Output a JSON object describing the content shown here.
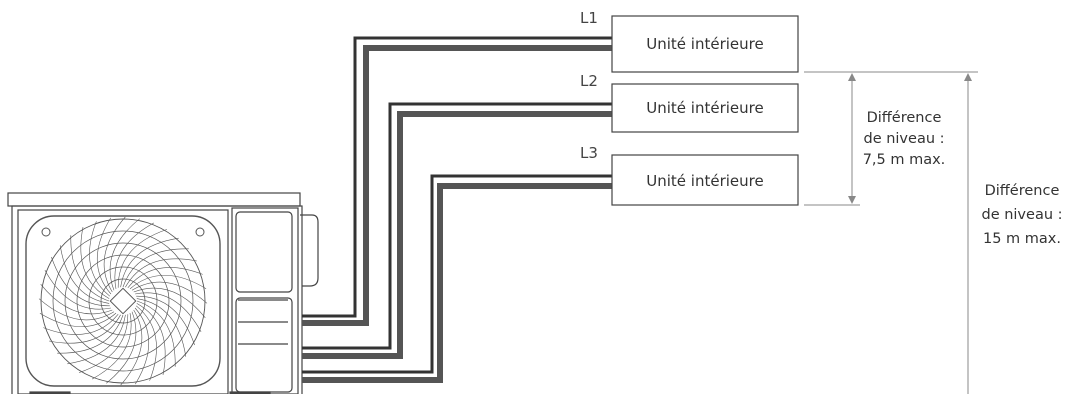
{
  "indoor_units": [
    {
      "line_label": "L1",
      "name": "Unité intérieure"
    },
    {
      "line_label": "L2",
      "name": "Unité intérieure"
    },
    {
      "line_label": "L3",
      "name": "Unité intérieure"
    }
  ],
  "level_difference_small": [
    "Différence",
    "de niveau :",
    "7,5 m max."
  ],
  "level_difference_large": [
    "Différence",
    "de niveau :",
    "15 m max."
  ],
  "colors": {
    "stroke": "#444444",
    "pipe_thick": "#555555",
    "pipe_thin": "#333333",
    "dim_line": "#888888"
  }
}
